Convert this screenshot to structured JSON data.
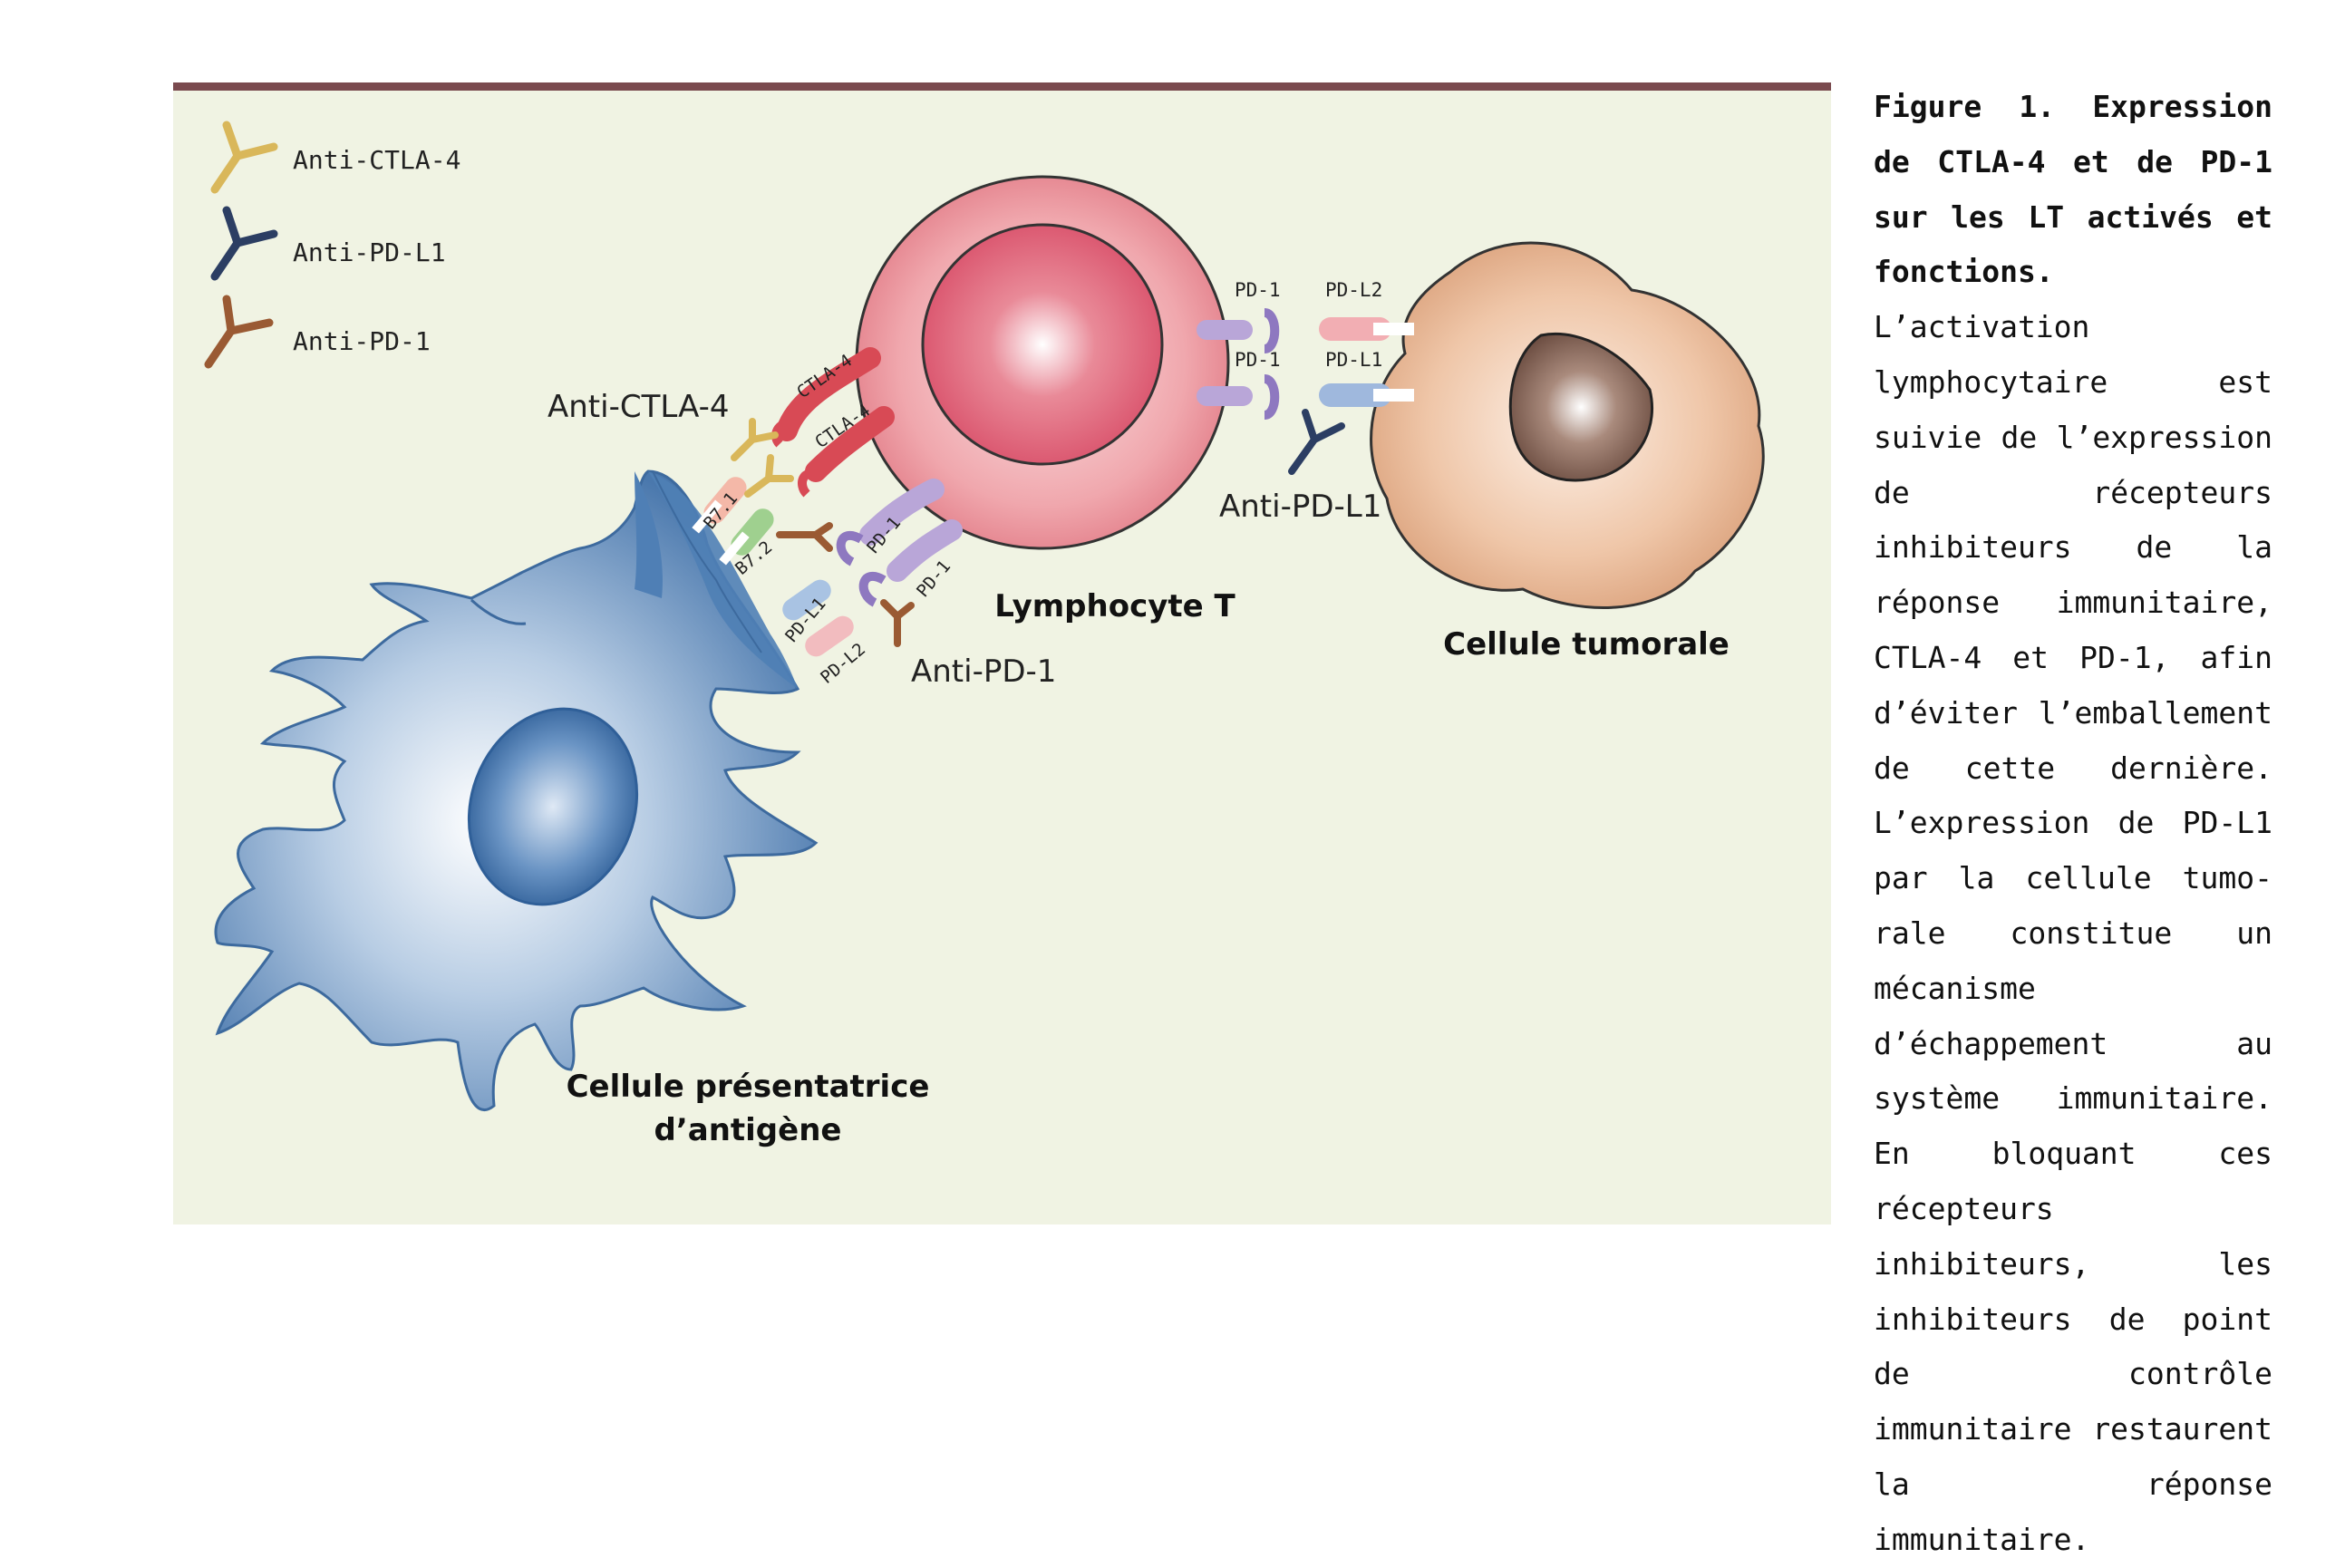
{
  "figure": {
    "legend": [
      {
        "label": "Anti-CTLA-4",
        "color": "#d9b75a"
      },
      {
        "label": "Anti-PD-L1",
        "color": "#2c3e63"
      },
      {
        "label": "Anti-PD-1",
        "color": "#9a5a33"
      }
    ],
    "cells": {
      "apc": "Cellule présentatrice",
      "apc_line2": "d’antigène",
      "lymphocyte": "Lymphocyte T",
      "tumor": "Cellule tumorale"
    },
    "antibody_labels": {
      "anti_ctla4": "Anti-CTLA-4",
      "anti_pdl1": "Anti-PD-L1",
      "anti_pd1": "Anti-PD-1"
    },
    "receptor_labels": {
      "ctla4_top": "CTLA-4",
      "ctla4_bottom": "CTLA-4",
      "b71": "B7.1",
      "b72": "B7.2",
      "pd1_apc_top": "PD-1",
      "pd1_apc_bottom": "PD-1",
      "pdl1_apc": "PD-L1",
      "pdl2_apc": "PD-L2",
      "pd1_tumor_top": "PD-1",
      "pdl2_tumor": "PD-L2",
      "pd1_tumor_bottom": "PD-1",
      "pdl1_tumor": "PD-L1"
    },
    "colors": {
      "panel_background": "#f0f3e3",
      "top_rule": "#7a4a4e",
      "apc_blue": "#4f7fb5",
      "lymphocyte_pink": "#e2707e",
      "tumor_tan": "#e2b08d",
      "tumor_nucleus": "#8a6a5c"
    }
  },
  "caption": {
    "title": "Figure 1. Expression de CTLA-4 et de PD-1 sur les LT activés et fonctions.",
    "body": " L’activation lymphocytaire est suivie de l’expression de récepteurs inhibiteurs de la réponse immunitaire, CTLA-4 et PD-1, afin d’évi­ter l’emballement de cette dernière. L’expression de PD-L1 par la cellule tumo­rale constitue un méca­nisme d’échappement au système immunitaire. En bloquant ces récepteurs inhibiteurs, les inhibi­teurs de point de contrôle immunitaire restaurent la réponse immunitaire."
  }
}
